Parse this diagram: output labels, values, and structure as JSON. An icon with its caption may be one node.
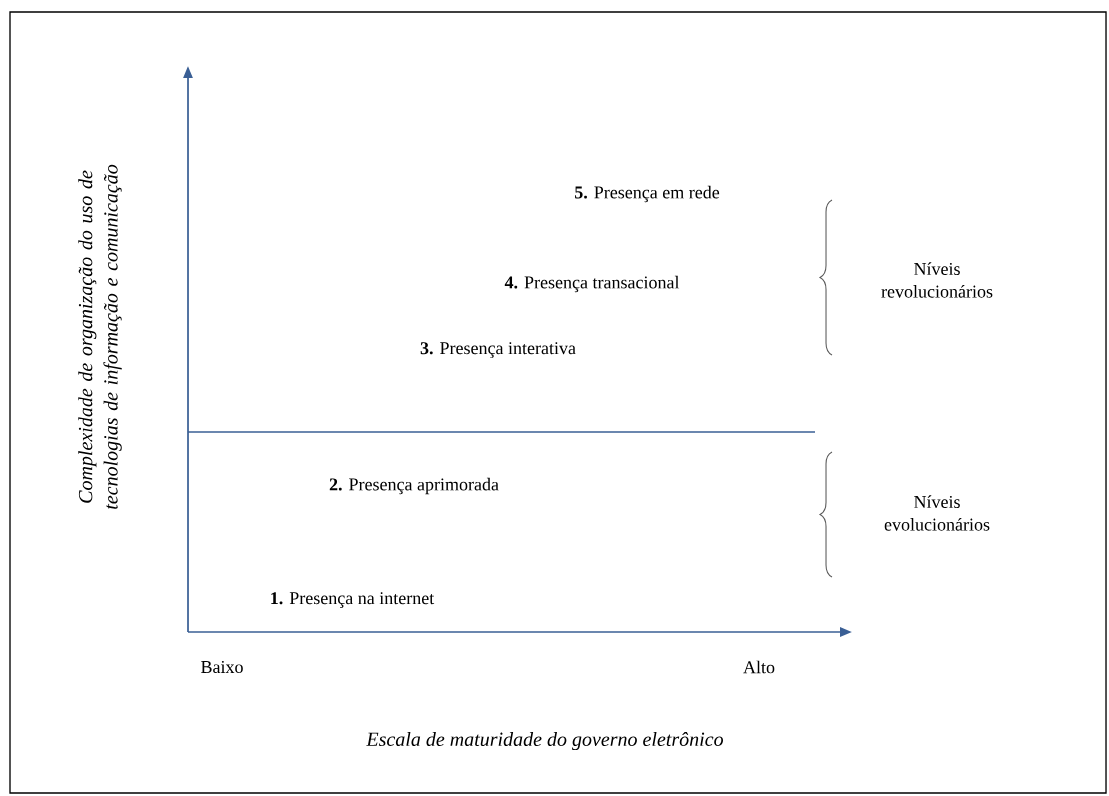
{
  "diagram": {
    "labels": [
      "Complexidade de organização do uso de tecnologias de informação e comunicação",
      "**5.** Presença em rede",
      "Níveis revolucionários",
      "**4.** Presença transacional",
      "**3.** Presença interativa",
      "**2.** Presença aprimorada",
      "Níveis evolucionários",
      "**1.** Presença na internet",
      "Baixo",
      "Alto",
      "Escala de maturidade do governo eletrônico"
    ]
  }
}
